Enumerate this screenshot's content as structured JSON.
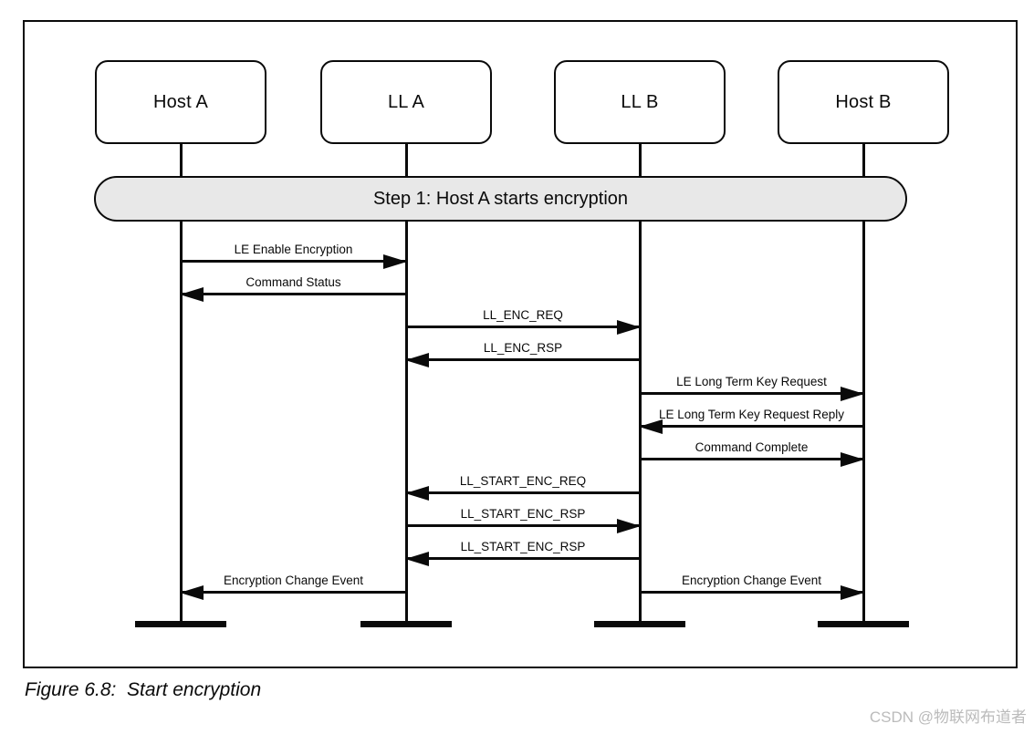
{
  "figure": {
    "caption": "Figure 6.8:  Start encryption",
    "watermark": "CSDN @物联网布道者"
  },
  "diagram": {
    "banner": {
      "label": "Step 1: Host A starts encryption"
    },
    "actors": [
      {
        "id": "host-a",
        "label": "Host A"
      },
      {
        "id": "ll-a",
        "label": "LL A"
      },
      {
        "id": "ll-b",
        "label": "LL B"
      },
      {
        "id": "host-b",
        "label": "Host B"
      }
    ],
    "messages": [
      {
        "label": "LE Enable Encryption",
        "from": "host-a",
        "to": "ll-a"
      },
      {
        "label": "Command Status",
        "from": "ll-a",
        "to": "host-a"
      },
      {
        "label": "LL_ENC_REQ",
        "from": "ll-a",
        "to": "ll-b"
      },
      {
        "label": "LL_ENC_RSP",
        "from": "ll-b",
        "to": "ll-a"
      },
      {
        "label": "LE Long Term Key Request",
        "from": "ll-b",
        "to": "host-b"
      },
      {
        "label": "LE Long Term Key Request Reply",
        "from": "host-b",
        "to": "ll-b"
      },
      {
        "label": "Command Complete",
        "from": "ll-b",
        "to": "host-b"
      },
      {
        "label": "LL_START_ENC_REQ",
        "from": "ll-b",
        "to": "ll-a"
      },
      {
        "label": "LL_START_ENC_RSP",
        "from": "ll-a",
        "to": "ll-b"
      },
      {
        "label": "LL_START_ENC_RSP",
        "from": "ll-b",
        "to": "ll-a"
      },
      {
        "label": "Encryption Change Event",
        "from": "ll-a",
        "to": "host-a"
      },
      {
        "label": "Encryption Change Event",
        "from": "ll-b",
        "to": "host-b"
      }
    ],
    "colors": {
      "line": "#0a0a0a",
      "banner_fill": "#e8e8e8",
      "watermark": "#bbbbbb"
    }
  }
}
